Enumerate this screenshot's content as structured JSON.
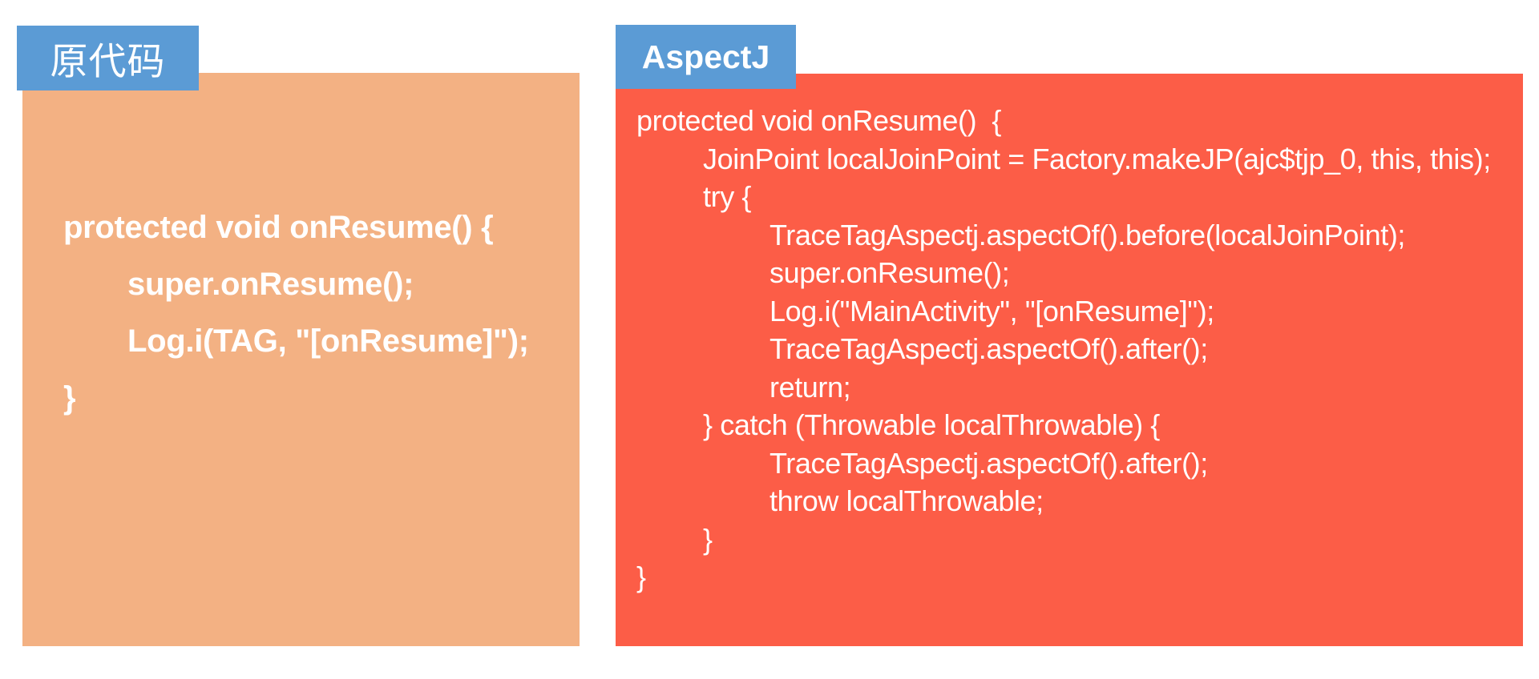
{
  "colors": {
    "tab_blue": "#5B9BD5",
    "panel_tan": "#F3B183",
    "panel_red": "#FC5D47",
    "code_text": "#FFFFFF"
  },
  "left_panel": {
    "tab_label": "原代码",
    "code_lines": [
      {
        "text": "protected void onResume() {",
        "indent": 0
      },
      {
        "text": "super.onResume();",
        "indent": 1
      },
      {
        "text": "Log.i(TAG, \"[onResume]\");",
        "indent": 1
      },
      {
        "text": "}",
        "indent": 0
      }
    ]
  },
  "right_panel": {
    "tab_label": "AspectJ",
    "code_lines": [
      {
        "text": "protected void onResume()  {",
        "indent": 0
      },
      {
        "text": "JoinPoint localJoinPoint = Factory.makeJP(ajc$tjp_0, this, this);",
        "indent": 1
      },
      {
        "text": "try {",
        "indent": 1
      },
      {
        "text": "TraceTagAspectj.aspectOf().before(localJoinPoint);",
        "indent": 2
      },
      {
        "text": "super.onResume();",
        "indent": 2
      },
      {
        "text": "Log.i(\"MainActivity\", \"[onResume]\");",
        "indent": 2
      },
      {
        "text": "TraceTagAspectj.aspectOf().after();",
        "indent": 2
      },
      {
        "text": "return;",
        "indent": 2
      },
      {
        "text": "} catch (Throwable localThrowable) {",
        "indent": 1
      },
      {
        "text": "TraceTagAspectj.aspectOf().after();",
        "indent": 2
      },
      {
        "text": "throw localThrowable;",
        "indent": 2
      },
      {
        "text": "}",
        "indent": 1
      },
      {
        "text": "}",
        "indent": 0
      }
    ]
  }
}
